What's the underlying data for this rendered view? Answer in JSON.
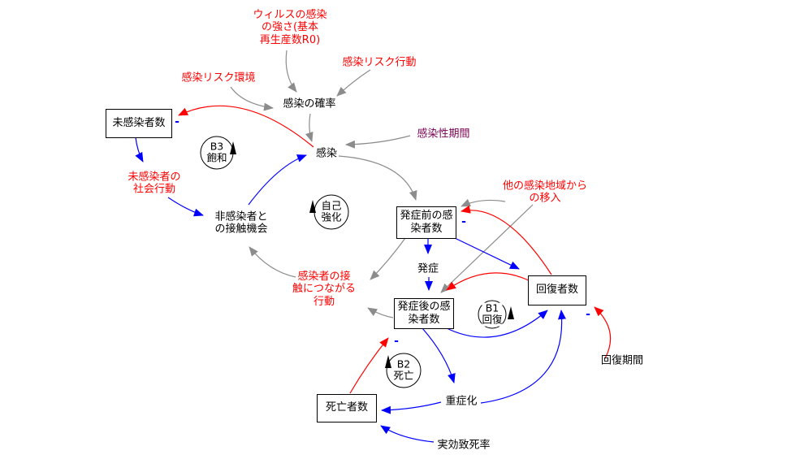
{
  "diagram": {
    "stocks": {
      "uninfected": "未感染者数",
      "pre_onset": "発症前の感\n染者数",
      "post_onset": "発症後の感\n染者数",
      "recovered": "回復者数",
      "deaths": "死亡者数"
    },
    "variables": {
      "virus_strength": {
        "label": "ウィルスの感染\nの強さ(基本\n再生産数R0)"
      },
      "risk_env": {
        "label": "感染リスク環境"
      },
      "risk_behavior": {
        "label": "感染リスク行動"
      },
      "infection_probability": {
        "label": "感染の確率"
      },
      "infection": {
        "label": "感染"
      },
      "infectious_period": {
        "label": "感染性期間"
      },
      "uninfected_social_behavior": {
        "label": "未感染者の\n社会行動"
      },
      "contact_opportunity": {
        "label": "非感染者と\nの接触機会"
      },
      "infected_contact_behavior": {
        "label": "感染者の接\n触につながる\n行動"
      },
      "import_from_other_regions": {
        "label": "他の感染地域から\nの移入"
      },
      "onset": {
        "label": "発症"
      },
      "severe": {
        "label": "重症化"
      },
      "effective_fatality_rate": {
        "label": "実効致死率"
      },
      "recovery_period": {
        "label": "回復期間"
      }
    },
    "loops": {
      "b3": "B3\n飽和",
      "self_reinforcing": "自己\n強化",
      "b1": "B1\n回復",
      "b2": "B2\n死亡"
    },
    "minus": "-",
    "colors": {
      "negative_link": "#ff0000",
      "flow_link": "#0000ff",
      "info_link": "#8c8c8c",
      "exogenous_text": "#ff0000",
      "period_text": "#7a0050"
    }
  }
}
